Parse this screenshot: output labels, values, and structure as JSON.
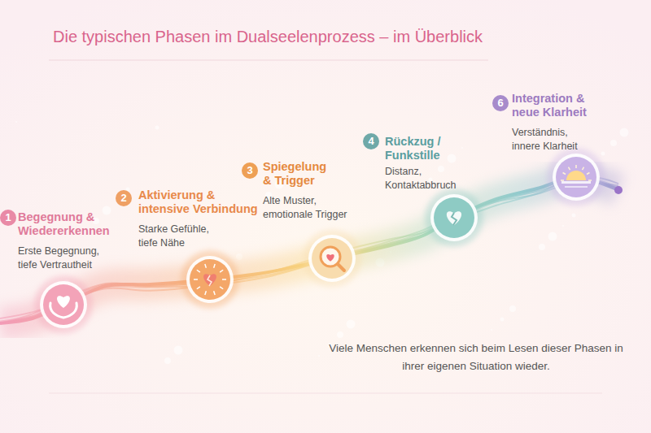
{
  "diagram": {
    "title": "Die typischen Phasen im Dualseelenprozess – im Überblick",
    "caption": "Viele Menschen erkennen sich beim Lesen dieser Phasen in ihrer eigenen Situation wieder.",
    "nodes": [
      {
        "text": [
          "Begegnung & Wiedererkennen",
          "Erste Begegnung, tiefe Vertrautheit"
        ]
      },
      {
        "text": [
          "Aktivierung & intensive Verbindung",
          "Starke Gefühle, tiefe Nähe"
        ]
      },
      {
        "text": [
          "Spiegelung & Trigger",
          "Alte Muster, emotionale Trigger"
        ]
      },
      {
        "text": [
          "Rückzug / Funkstille",
          "Distanz, Kontaktabbruch"
        ]
      },
      {
        "text": [
          "Integration & neue Klarheit",
          "Verständnis, innere Klarheit"
        ]
      }
    ],
    "labels": [
      "1",
      "2",
      "3",
      "4",
      "6"
    ]
  }
}
